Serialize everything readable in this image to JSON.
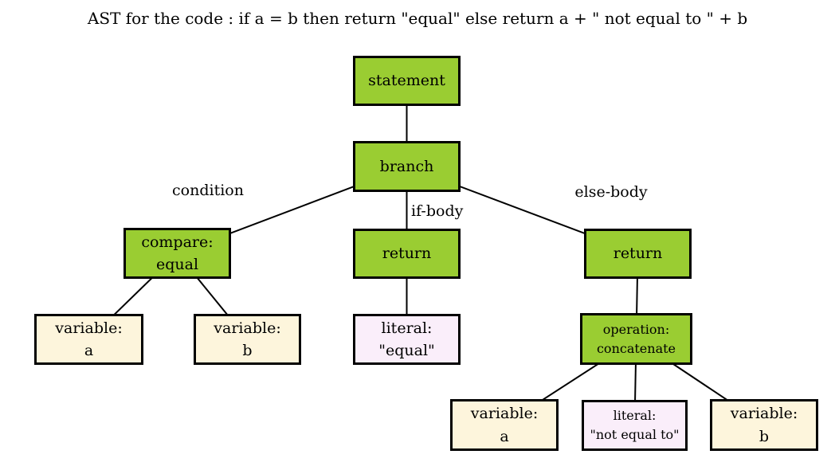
{
  "title": "AST for the code : if a = b then return \"equal\" else return a + \" not equal to \" + b",
  "colors": {
    "green": "#9acd32",
    "cream": "#fdf5dc",
    "pink": "#faeefa",
    "line": "#000000",
    "background": "#ffffff"
  },
  "edge_labels": {
    "condition": "condition",
    "if_body": "if-body",
    "else_body": "else-body"
  },
  "nodes": {
    "statement": {
      "line1": "statement"
    },
    "branch": {
      "line1": "branch"
    },
    "compare": {
      "line1": "compare:",
      "line2": "equal"
    },
    "return_if": {
      "line1": "return"
    },
    "return_else": {
      "line1": "return"
    },
    "variable_a_left": {
      "line1": "variable:",
      "line2": "a"
    },
    "variable_b_left": {
      "line1": "variable:",
      "line2": "b"
    },
    "literal_equal": {
      "line1": "literal:",
      "line2": "\"equal\""
    },
    "operation_concatenate": {
      "line1": "operation:",
      "line2": "concatenate"
    },
    "variable_a_right": {
      "line1": "variable:",
      "line2": "a"
    },
    "literal_not_equal": {
      "line1": "literal:",
      "line2": "\"not equal to\""
    },
    "variable_b_right": {
      "line1": "variable:",
      "line2": "b"
    }
  }
}
